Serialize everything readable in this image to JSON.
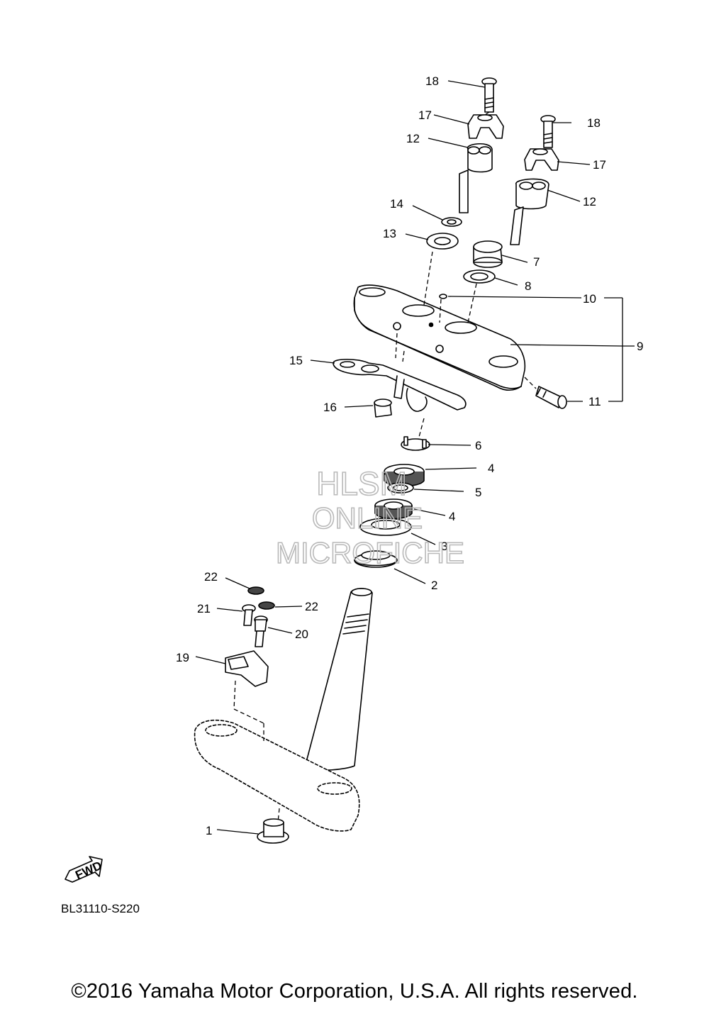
{
  "diagram": {
    "callouts": {
      "c1": "1",
      "c2": "2",
      "c3": "3",
      "c4a": "4",
      "c4b": "4",
      "c5": "5",
      "c6": "6",
      "c7": "7",
      "c8": "8",
      "c9": "9",
      "c10": "10",
      "c11": "11",
      "c12a": "12",
      "c12b": "12",
      "c13": "13",
      "c14": "14",
      "c15": "15",
      "c16": "16",
      "c17a": "17",
      "c17b": "17",
      "c18a": "18",
      "c18b": "18",
      "c19": "19",
      "c20": "20",
      "c21": "21",
      "c22a": "22",
      "c22b": "22"
    },
    "fwd_label": "FWD",
    "reference_code": "BL31110-S220",
    "copyright": "©2016 Yamaha Motor Corporation, U.S.A. All rights reserved."
  },
  "watermark": {
    "line1": "HLSM",
    "line2": "ONLINE",
    "line3": "MICROFICHE"
  }
}
